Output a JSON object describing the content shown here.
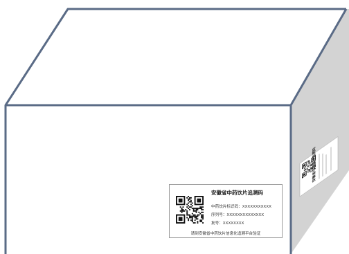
{
  "colors": {
    "edge": "#5a6b86",
    "side_face": "#d3d3d3",
    "top_face": "#ffffff",
    "front_face": "#ffffff"
  },
  "label": {
    "title": "安徽省中药饮片追溯码",
    "lines": [
      "中药饮片标识码：XXXXXXXXXXX",
      "序列号：XXXXXXXXXXXXXX",
      "批号：XXXXXXXX"
    ],
    "footer": "请到安徽省中药饮片信息化追溯平台验证"
  },
  "side_label": {
    "title": "安徽省中药饮片追溯码"
  },
  "icons": [
    "qr-code-icon"
  ]
}
